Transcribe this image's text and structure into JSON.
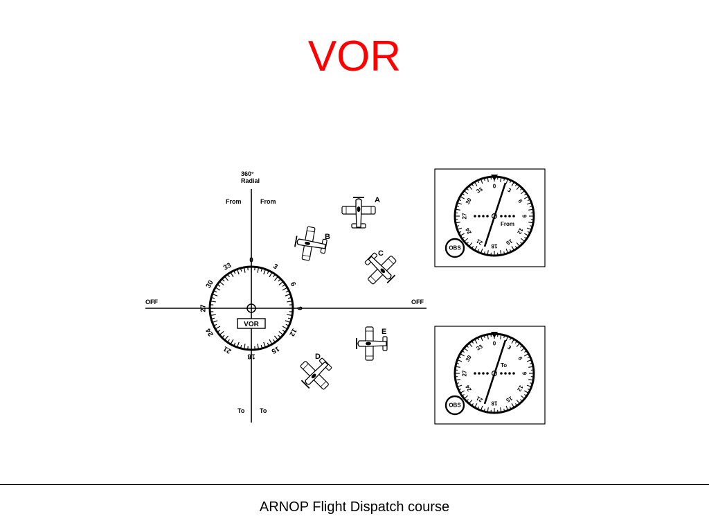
{
  "slide": {
    "title": "VOR",
    "footer": "ARNOP Flight Dispatch course"
  },
  "colors": {
    "title": "#ff0000",
    "ink": "#000000",
    "background": "#ffffff"
  },
  "diagram": {
    "radial_label": [
      "360°",
      "Radial"
    ],
    "from_labels": [
      "From",
      "From"
    ],
    "to_labels": [
      "To",
      "To"
    ],
    "off_labels": [
      "OFF",
      "OFF"
    ],
    "station_label": "VOR",
    "compass_numbers": [
      "0",
      "3",
      "6",
      "9",
      "12",
      "15",
      "18",
      "21",
      "24",
      "27",
      "30",
      "33"
    ],
    "aircraft": [
      {
        "label": "A",
        "heading": 0
      },
      {
        "label": "B",
        "heading": 280
      },
      {
        "label": "C",
        "heading": 135
      },
      {
        "label": "D",
        "heading": 225
      },
      {
        "label": "E",
        "heading": 270
      }
    ]
  },
  "instruments": [
    {
      "name": "vor-indicator-top",
      "flag": "From",
      "obs_label": "OBS",
      "course_selected": "0"
    },
    {
      "name": "vor-indicator-bottom",
      "flag": "To",
      "obs_label": "OBS",
      "course_selected": "0"
    }
  ]
}
